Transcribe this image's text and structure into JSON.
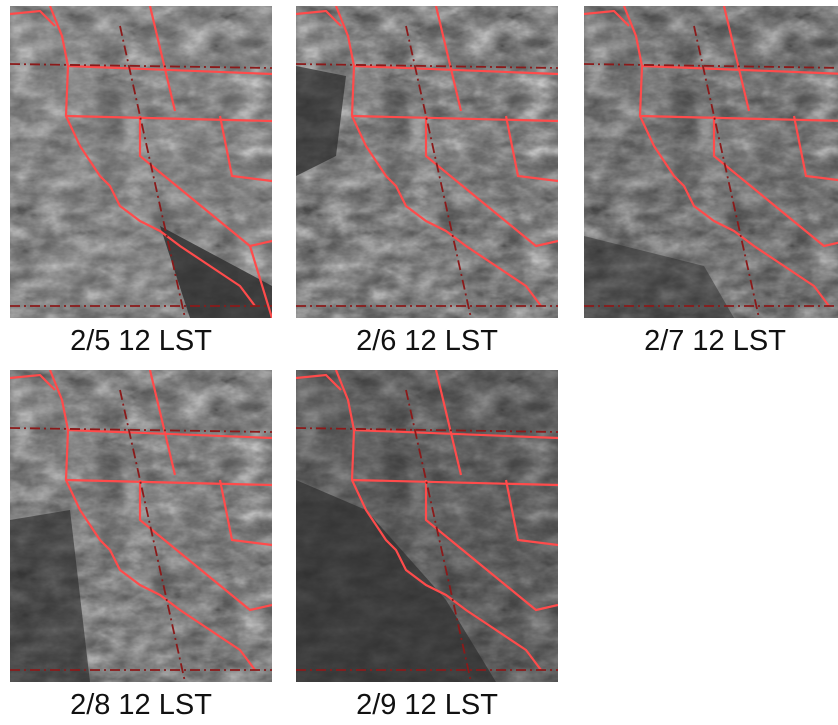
{
  "panels": [
    {
      "caption": "2/5 12 LST"
    },
    {
      "caption": "2/6 12 LST"
    },
    {
      "caption": "2/7 12 LST"
    },
    {
      "caption": "2/8 12 LST"
    },
    {
      "caption": "2/9 12 LST"
    }
  ],
  "colors": {
    "background": "#ffffff",
    "boundary_lines": "#ff4b4b",
    "grid_lines": "#8b1a1a",
    "satellite_dark": "#3a3a3a",
    "satellite_cloud": "#d8d8d8"
  }
}
